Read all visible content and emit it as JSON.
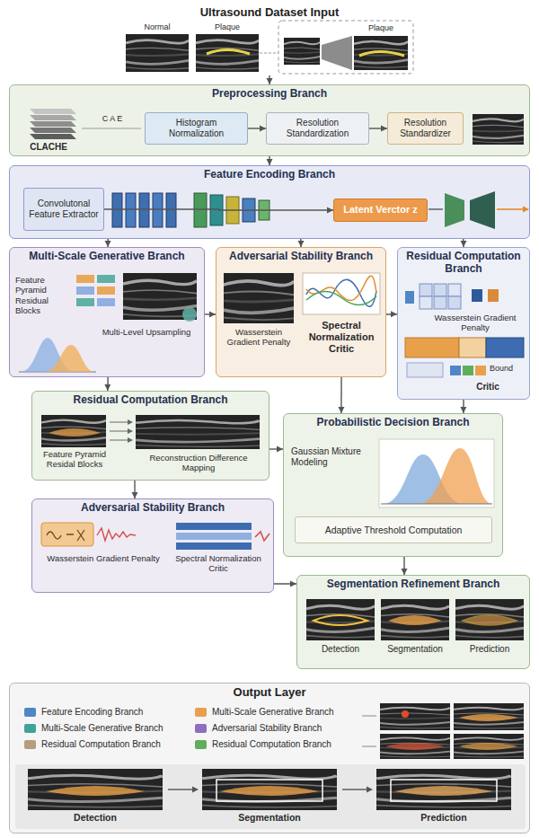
{
  "diagram": {
    "nodes": [
      {
        "text": [
          "Ultrasound Dataset Input"
        ]
      },
      {
        "text": [
          "Preprocessing Branch"
        ]
      },
      {
        "text": [
          "Histogram Normalization"
        ],
        "in": 1
      },
      {
        "text": [
          "Resolution Standardization"
        ],
        "in": 1
      },
      {
        "text": [
          "Resolution Standardizer"
        ],
        "in": 1
      },
      {
        "text": [
          "Feature Encoding Branch"
        ]
      },
      {
        "text": [
          "Convolutonal Feature Extractor"
        ],
        "in": 5
      },
      {
        "text": [
          "Latent Verctor z"
        ],
        "in": 5
      },
      {
        "text": [
          "Multi-Scale Generative Branch"
        ]
      },
      {
        "text": [
          "Adversarial Stability Branch"
        ]
      },
      {
        "text": [
          "Residual Computation Branch"
        ]
      },
      {
        "text": [
          "Residual Computation Branch"
        ]
      },
      {
        "text": [
          "Probabilistic Decision Branch"
        ]
      },
      {
        "text": [
          "Adaptive Threshold Computation"
        ],
        "in": 12
      },
      {
        "text": [
          "Adversarial Stability Branch"
        ]
      },
      {
        "text": [
          "Segmentation Refinement Branch"
        ]
      },
      {
        "text": [
          "Output Layer"
        ]
      }
    ],
    "edges": [
      {
        "from": 0,
        "to": 1,
        "arrow": "to"
      },
      {
        "from": 1,
        "to": 5,
        "arrow": "to"
      },
      {
        "from": 2,
        "to": 3,
        "arrow": "to"
      },
      {
        "from": 3,
        "to": 4,
        "arrow": "to"
      },
      {
        "from": 6,
        "to": 7,
        "arrow": "to"
      },
      {
        "from": 5,
        "to": 8,
        "arrow": "to"
      },
      {
        "from": 5,
        "to": 9,
        "arrow": "to"
      },
      {
        "from": 5,
        "to": 10,
        "arrow": "to"
      },
      {
        "from": 8,
        "to": 9,
        "arrow": "to"
      },
      {
        "from": 9,
        "to": 10,
        "arrow": "to"
      },
      {
        "from": 8,
        "to": 11,
        "arrow": "to"
      },
      {
        "from": 11,
        "to": 12,
        "arrow": "to"
      },
      {
        "from": 11,
        "to": 14,
        "arrow": "to"
      },
      {
        "from": 9,
        "to": 12,
        "arrow": "to"
      },
      {
        "from": 10,
        "to": 12,
        "arrow": "to"
      },
      {
        "from": 12,
        "to": 15,
        "arrow": "to"
      },
      {
        "from": 14,
        "to": 15,
        "arrow": "to"
      }
    ],
    "labels": [
      "Normal",
      "Plaque",
      "Plaque",
      "CLACHE",
      "C A E",
      "Feature Pyramid Residual Blocks",
      "Multi-Level Upsampling",
      "Wasserstein Gradient Penalty",
      "Spectral Normalization Critic",
      "Wasserstein Gradient Penalty",
      "Bound",
      "Critic",
      "Feature Pyramid Residal Blocks",
      "Reconstruction Difference Mapping",
      "Gaussian Mixture Modeling",
      "Wasserstein Gradient Penalty",
      "Spectral Normalization Critic",
      "Detection",
      "Segmentation",
      "Prediction",
      "Detection",
      "Segmentation",
      "Prediction"
    ],
    "legend": [
      {
        "text": "Feature Encoding Branch",
        "color": "#4f86c6"
      },
      {
        "text": "Multi-Scale Generative Branch",
        "color": "#e8a050"
      },
      {
        "text": "Multi-Scale Generative Branch",
        "color": "#3fa39a"
      },
      {
        "text": "Adversarial Stability Branch",
        "color": "#8d6fc0"
      },
      {
        "text": "Residual Computation Branch",
        "color": "#b79c7e"
      },
      {
        "text": "Residual Computation Branch",
        "color": "#5fae5a"
      }
    ]
  }
}
